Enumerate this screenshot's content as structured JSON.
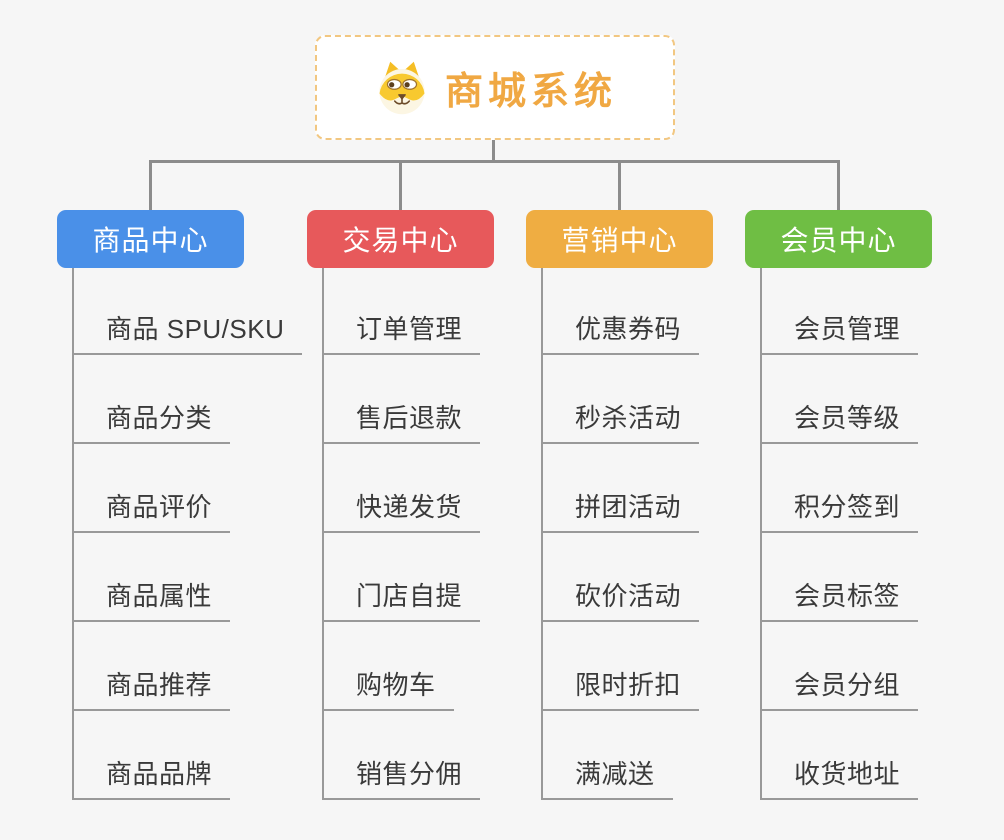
{
  "root": {
    "title": "商城系统",
    "title_color": "#F0A843",
    "border_color": "#F2C781",
    "icon": "shiba-dog-face-icon"
  },
  "connector_color": "#8C8C8C",
  "leaf_line_color": "#999999",
  "background_color": "#F6F6F6",
  "columns": [
    {
      "label": "商品中心",
      "color": "#4A90E8",
      "items": [
        "商品 SPU/SKU",
        "商品分类",
        "商品评价",
        "商品属性",
        "商品推荐",
        "商品品牌"
      ]
    },
    {
      "label": "交易中心",
      "color": "#E7595B",
      "items": [
        "订单管理",
        "售后退款",
        "快递发货",
        "门店自提",
        "购物车",
        "销售分佣"
      ]
    },
    {
      "label": "营销中心",
      "color": "#EFAD42",
      "items": [
        "优惠券码",
        "秒杀活动",
        "拼团活动",
        "砍价活动",
        "限时折扣",
        "满减送"
      ]
    },
    {
      "label": "会员中心",
      "color": "#6FBE44",
      "items": [
        "会员管理",
        "会员等级",
        "积分签到",
        "会员标签",
        "会员分组",
        "收货地址"
      ]
    }
  ]
}
